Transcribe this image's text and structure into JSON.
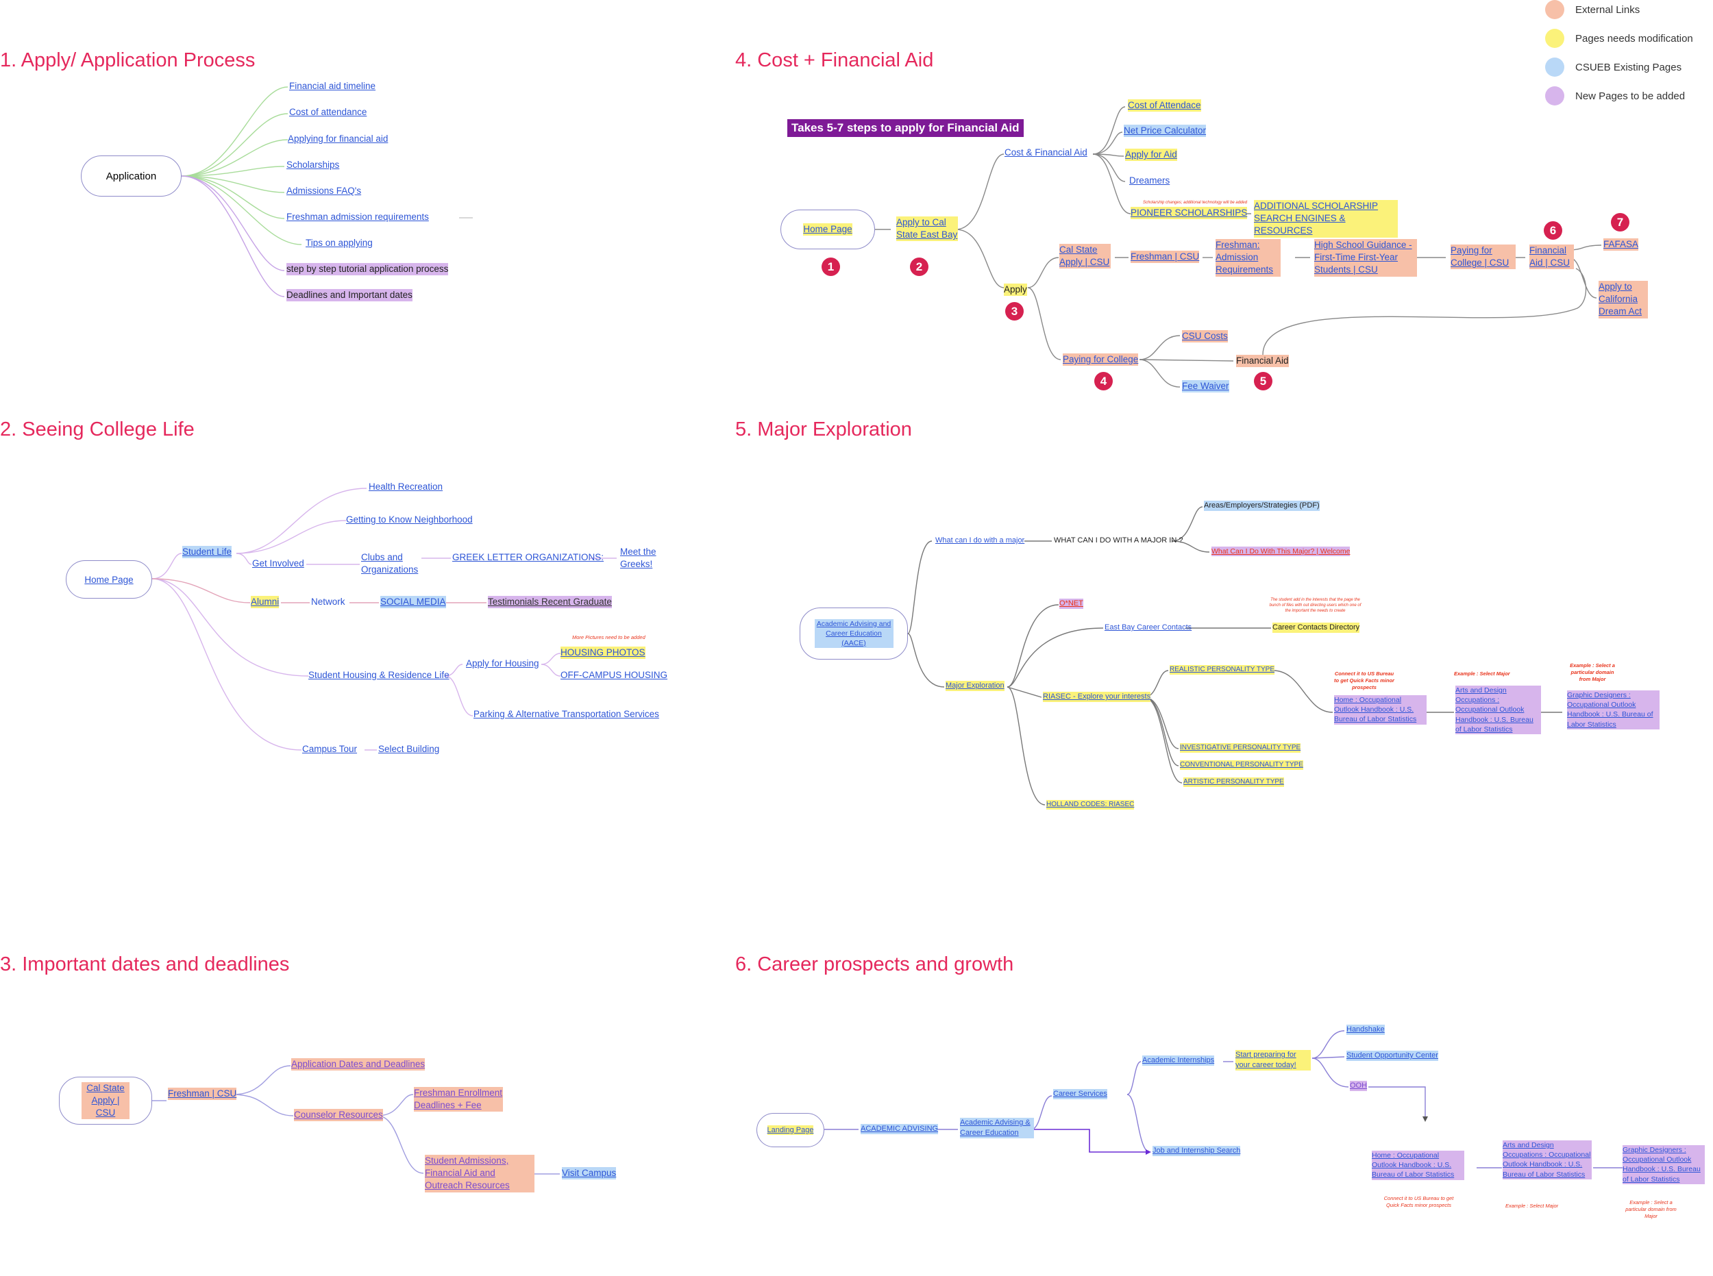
{
  "legend": [
    {
      "label": "External Links",
      "color": "#f7c0a8"
    },
    {
      "label": "Pages needs modification",
      "color": "#fbf27a"
    },
    {
      "label": "CSUEB Existing Pages",
      "color": "#b9d8f7"
    },
    {
      "label": "New Pages to be added",
      "color": "#d7b5ec"
    }
  ],
  "s1": {
    "title": "1. Apply/ Application Process",
    "root": "Application",
    "items": [
      "Financial aid timeline",
      "Cost of attendance",
      "Applying for financial aid",
      "Scholarships",
      "Admissions FAQ's",
      "Freshman admission requirements",
      "Tips on applying",
      "step by step tutorial application process",
      "Deadlines and Important dates"
    ]
  },
  "s2": {
    "title": "2. Seeing College Life",
    "root": "Home Page",
    "student_life": "Student Life",
    "health": "Health Recreation",
    "neighborhood": "Getting to Know Neighborhood",
    "get_involved": "Get Involved",
    "clubs": "Clubs and Organizations",
    "greek_orgs": "GREEK LETTER ORGANIZATIONS:",
    "meet_greeks": "Meet the Greeks!",
    "alumni": "Alumni",
    "network": "Network",
    "social_media": "SOCIAL MEDIA",
    "testimonials": "Testimonials Recent Graduate",
    "housing": "Student Housing & Residence Life",
    "apply_housing": "Apply for Housing",
    "housing_photos": "HOUSING PHOTOS",
    "off_campus": "OFF-CAMPUS HOUSING",
    "parking": "Parking & Alternative Transportation Services",
    "more_pictures": "More Pictures need to be added",
    "campus_tour": "Campus Tour",
    "select_building": "Select Building"
  },
  "s3": {
    "title": "3. Important dates and deadlines",
    "root": "Cal State Apply | CSU",
    "freshman": "Freshman | CSU",
    "app_dates": "Application Dates and Deadlines",
    "counselor": "Counselor Resources",
    "enrollment": "Freshman Enrollment Deadlines + Fee",
    "student_adm": "Student Admissions, Financial Aid and Outreach Resources",
    "visit": "Visit Campus"
  },
  "s4": {
    "title": "4. Cost + Financial Aid",
    "banner": "Takes 5-7 steps to apply for Financial Aid",
    "home": "Home Page",
    "apply_cal": "Apply to Cal State East Bay",
    "cost_fa": "Cost & Financial Aid",
    "cost_att": "Cost of Attendace",
    "npc": "Net Price Calculator",
    "apply_aid": "Apply for Aid",
    "dreamers": "Dreamers",
    "pioneer": "PIONEER SCHOLARSHIPS",
    "pioneer_note": "Scholarship changes; additional technology will be added",
    "add_sch": "ADDITIONAL SCHOLARSHIP SEARCH ENGINES & RESOURCES",
    "apply": "Apply",
    "calstate": "Cal State Apply | CSU",
    "freshman_csu": "Freshman | CSU",
    "freshman_adm": "Freshman: Admission Requirements",
    "hs_guidance": "High School Guidance - First-Time First-Year Students | CSU",
    "paying_csu": "Paying for College | CSU",
    "fin_aid_csu": "Financial Aid | CSU",
    "fafsa": "FAFASA",
    "dream_act": "Apply to California Dream Act",
    "paying": "Paying for College",
    "csu_costs": "CSU Costs",
    "fin_aid": "Financial Aid",
    "fee_waiver": "Fee Waiver",
    "badges": [
      "1",
      "2",
      "3",
      "4",
      "5",
      "6",
      "7"
    ]
  },
  "s5": {
    "title": "5. Major Exploration",
    "root": "Academic Advising and Career Education (AACE)",
    "what_can": "What can I do with a major",
    "what_caps": "WHAT CAN I DO WITH A MAJOR IN ?",
    "areas": "Areas/Employers/Strategies (PDF)",
    "welcome": "What Can I Do With This Major? | Welcome",
    "major_exp": "Major Exploration",
    "onet": "O*NET",
    "eb_contacts": "East Bay Career Contacts",
    "ccd": "Career Contacts Directory",
    "ccd_note": "The  student add in the interests that   the page  the bunch of files  with out directing users which one of the  important the needs to create",
    "riasec": "RIASEC - Explore your interests",
    "realistic": "REALISTIC PERSONALITY TYPE",
    "investigative": "INVESTIGATIVE  PERSONALITY TYPE",
    "conventional": "CONVENTIONAL  PERSONALITY TYPE",
    "artistic": "ARTISTIC PERSONALITY TYPE",
    "holland": "HOLLAND CODES: RIASEC",
    "ooh_home": "Home : Occupational Outlook Handbook : U.S. Bureau of Labor Statistics",
    "ooh_home_note": "Connect it to US Bureau to get Quick Facts minor prospects",
    "arts": "Arts and Design Occupations : Occupational Outlook Handbook : U.S. Bureau of Labor Statistics",
    "arts_note": "Example : Select Major",
    "graphic": "Graphic Designers : Occupational Outlook Handbook : U.S. Bureau of Labor Statistics",
    "graphic_note": "Example : Select  a particular domain from Major"
  },
  "s6": {
    "title": "6. Career prospects and growth",
    "root": "Landing Page",
    "acad_adv": "ACADEMIC ADVISING",
    "aace": "Academic Advising & Career Education",
    "career_services": "Career Services",
    "internships": "Academic Internships",
    "start_prep": "Start preparing for your career today!",
    "handshake": "Handshake",
    "soc": "Student Opportunity Center",
    "ooh": "OOH",
    "job_search": "Job and Internship Search",
    "ooh_home": "Home : Occupational Outlook Handbook : U.S. Bureau of Labor Statistics",
    "ooh_note": "Connect it to US Bureau to get Quick Facts minor prospects",
    "arts": "Arts and Design Occupations : Occupational Outlook Handbook : U.S. Bureau of Labor Statistics",
    "arts_note": "Example : Select Major",
    "graphic": "Graphic Designers : Occupational Outlook Handbook : U.S. Bureau of Labor Statistics",
    "graphic_note": "Example : Select  a particular domain from Major"
  }
}
